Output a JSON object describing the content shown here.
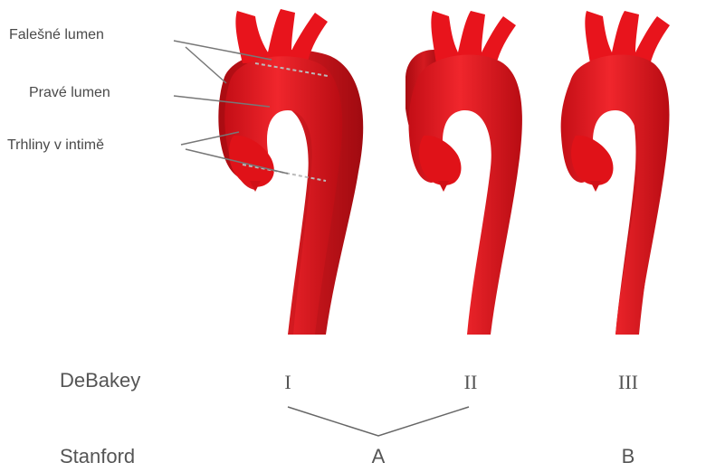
{
  "annotations": {
    "false_lumen": "Falešné lumen",
    "true_lumen": "Pravé lumen",
    "intimal_tears": "Trhliny v intimě"
  },
  "classification": {
    "debakey_label": "DeBakey",
    "stanford_label": "Stanford",
    "debakey_types": [
      "I",
      "II",
      "III"
    ],
    "stanford_types": [
      "A",
      "B"
    ]
  },
  "colors": {
    "aorta": "#e8141c",
    "aorta_dark": "#b30c12",
    "false_lumen": "#c8161d",
    "text": "#4a4a4a"
  }
}
